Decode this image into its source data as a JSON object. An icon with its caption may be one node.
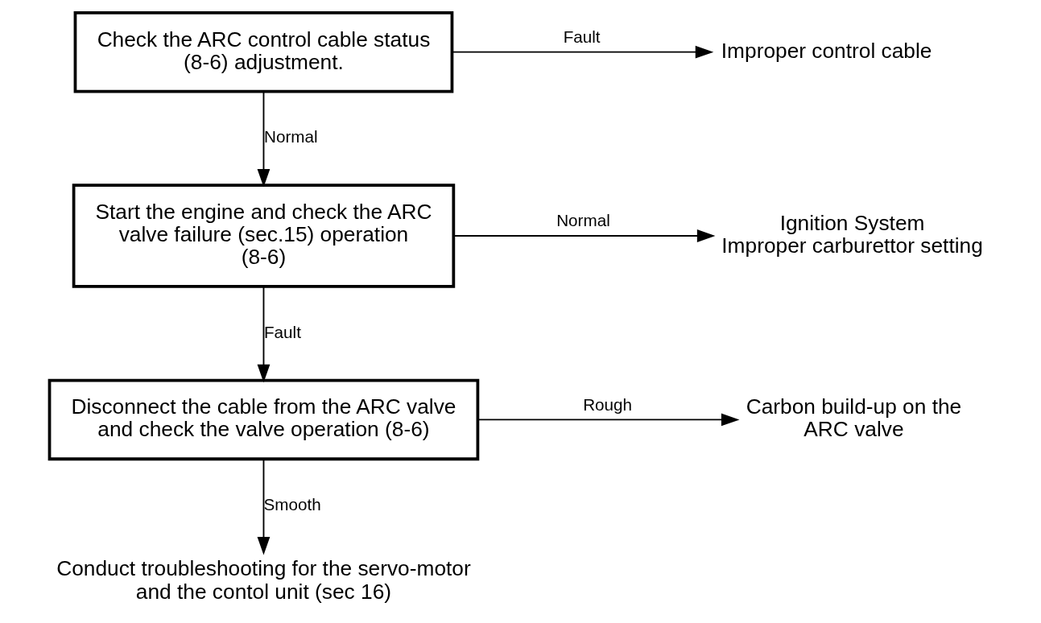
{
  "diagram": {
    "nodes": [
      {
        "text": [
          "Check the ARC control cable status (8-6) adjustment."
        ]
      },
      {
        "text": [
          "Improper control cable"
        ]
      },
      {
        "text": [
          "Start the engine and check the ARC valve failure (sec.15) operation (8-6)"
        ]
      },
      {
        "text": [
          "Ignition System",
          "Improper carburettor setting"
        ]
      },
      {
        "text": [
          "Disconnect the cable from the ARC valve and check the valve operation (8-6)"
        ]
      },
      {
        "text": [
          "Carbon build-up on the ARC valve"
        ]
      },
      {
        "text": [
          "Conduct troubleshooting for the servo-motor and the contol unit (sec 16)"
        ]
      }
    ],
    "edges": [
      {
        "from": 0,
        "to": 1,
        "arrow": "to",
        "label": "Fault"
      },
      {
        "from": 0,
        "to": 2,
        "arrow": "to",
        "label": "Normal"
      },
      {
        "from": 2,
        "to": 3,
        "arrow": "to",
        "label": "Normal"
      },
      {
        "from": 2,
        "to": 4,
        "arrow": "to",
        "label": "Fault"
      },
      {
        "from": 4,
        "to": 5,
        "arrow": "to",
        "label": "Rough"
      },
      {
        "from": 4,
        "to": 6,
        "arrow": "to",
        "label": "Smooth"
      }
    ]
  }
}
